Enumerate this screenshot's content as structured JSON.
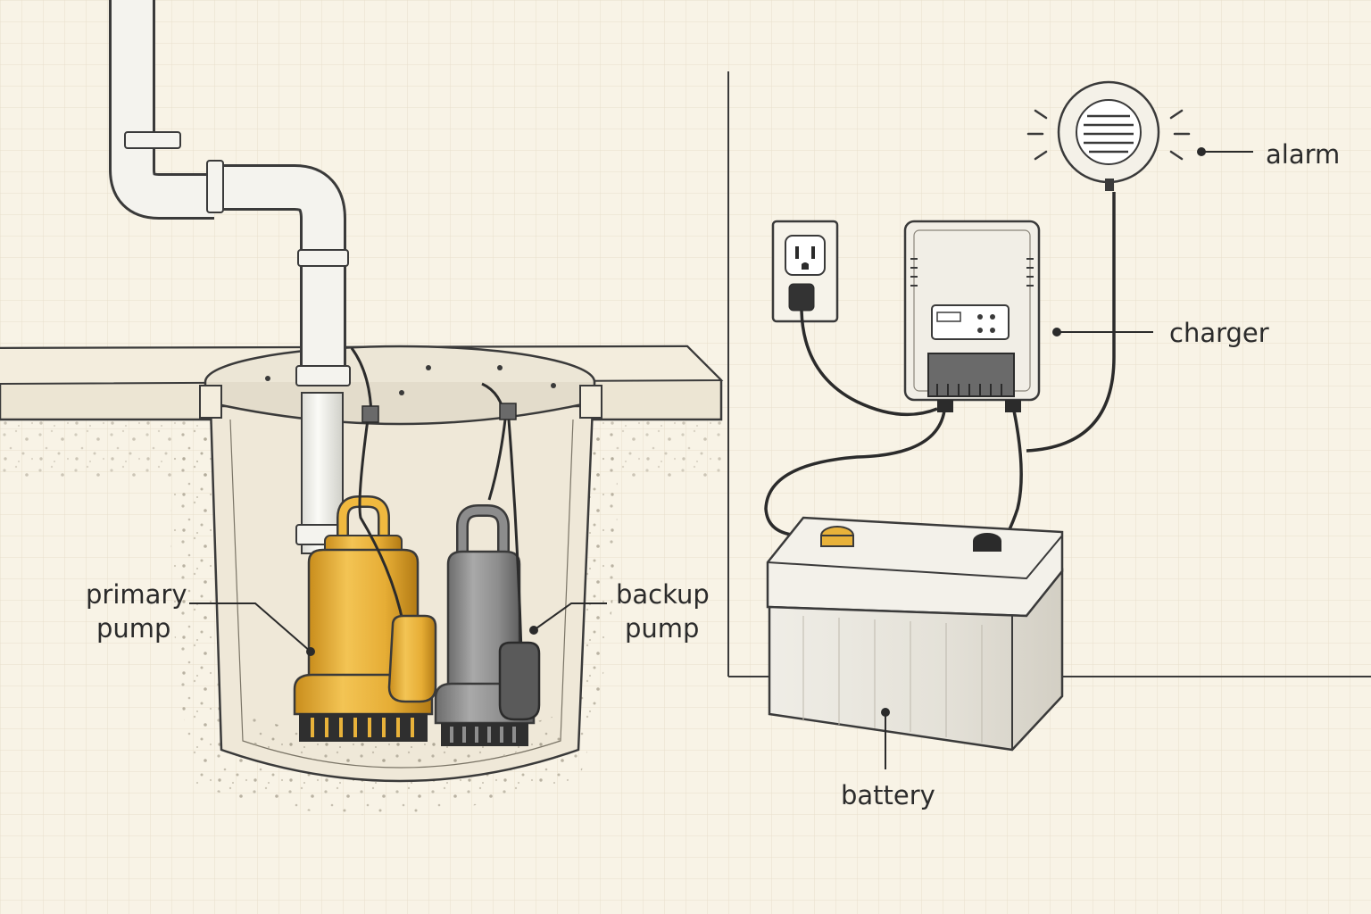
{
  "labels": {
    "primary_pump": [
      "primary",
      "pump"
    ],
    "backup_pump": [
      "backup",
      "pump"
    ],
    "alarm": "alarm",
    "charger": "charger",
    "battery": "battery"
  },
  "colors": {
    "paper": "#f8f3e6",
    "grid": "#e8dfcc",
    "ink": "#3a3a3a",
    "primary_pump": "#e8b23a",
    "backup_pump": "#8e8e8e",
    "battery_terminal": "#e8b23a"
  },
  "icons": [
    "pipe-icon",
    "sump-pit-icon",
    "primary-pump-icon",
    "backup-pump-icon",
    "float-switch-icon",
    "wall-outlet-icon",
    "charger-icon",
    "alarm-icon",
    "battery-icon"
  ]
}
